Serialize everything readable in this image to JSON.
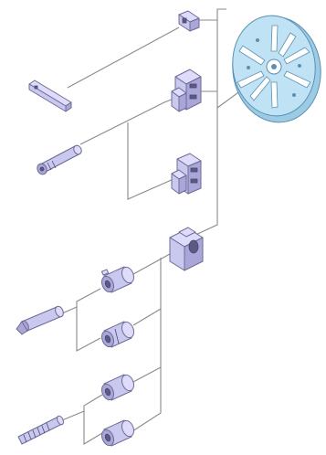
{
  "diagram": {
    "parts": [
      {
        "id": "chuck",
        "icon": "lathe-chuck-icon",
        "color": "#bfe3f5"
      },
      {
        "id": "small-jaw-block",
        "icon": "jaw-block-icon",
        "color": "#c9c8ef"
      },
      {
        "id": "square-bar",
        "icon": "square-bar-icon",
        "color": "#c9c8ef"
      },
      {
        "id": "stepped-jaw-upper",
        "icon": "stepped-jaw-icon",
        "color": "#c9c8ef"
      },
      {
        "id": "round-tool-upper",
        "icon": "round-tool-icon",
        "color": "#c9c8ef"
      },
      {
        "id": "stepped-jaw-lower",
        "icon": "stepped-jaw-icon",
        "color": "#c9c8ef"
      },
      {
        "id": "jaw-holder",
        "icon": "jaw-holder-icon",
        "color": "#c9c8ef"
      },
      {
        "id": "bushing-1",
        "icon": "bushing-icon",
        "color": "#c9c8ef"
      },
      {
        "id": "bushing-2",
        "icon": "bushing-icon",
        "color": "#c9c8ef"
      },
      {
        "id": "round-tool-lower",
        "icon": "round-tool-icon",
        "color": "#c9c8ef"
      },
      {
        "id": "bushing-3",
        "icon": "bushing-icon",
        "color": "#c9c8ef"
      },
      {
        "id": "bushing-4",
        "icon": "bushing-icon",
        "color": "#c9c8ef"
      },
      {
        "id": "threaded-rod",
        "icon": "threaded-rod-icon",
        "color": "#c9c8ef"
      }
    ],
    "connector_color": "#8a8a8a"
  }
}
